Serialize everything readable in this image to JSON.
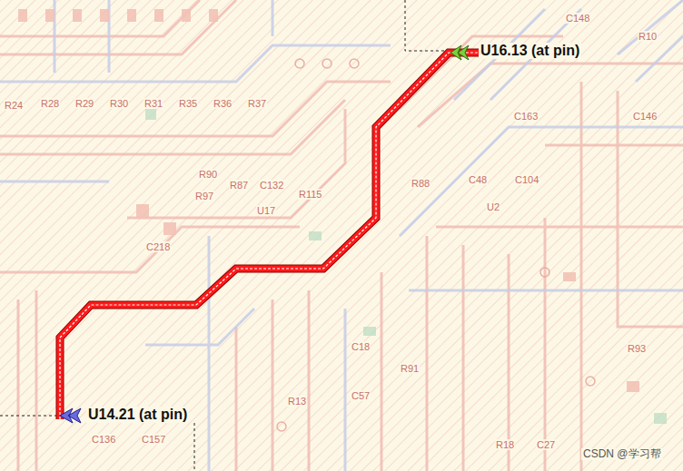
{
  "diagram": {
    "labels": [
      "U16.13 (at pin)",
      "U14.21 (at pin)",
      "C148",
      "R10",
      "R24",
      "R28",
      "R29",
      "R30",
      "R31",
      "R35",
      "R36",
      "R37",
      "C163",
      "C146",
      "R90",
      "R97",
      "R87",
      "C132",
      "R115",
      "U17",
      "R88",
      "C48",
      "C104",
      "U2",
      "C218",
      "C18",
      "R93",
      "R91",
      "C57",
      "R13",
      "R18",
      "C27",
      "C136",
      "C157",
      "CSDN @学习帮"
    ]
  }
}
